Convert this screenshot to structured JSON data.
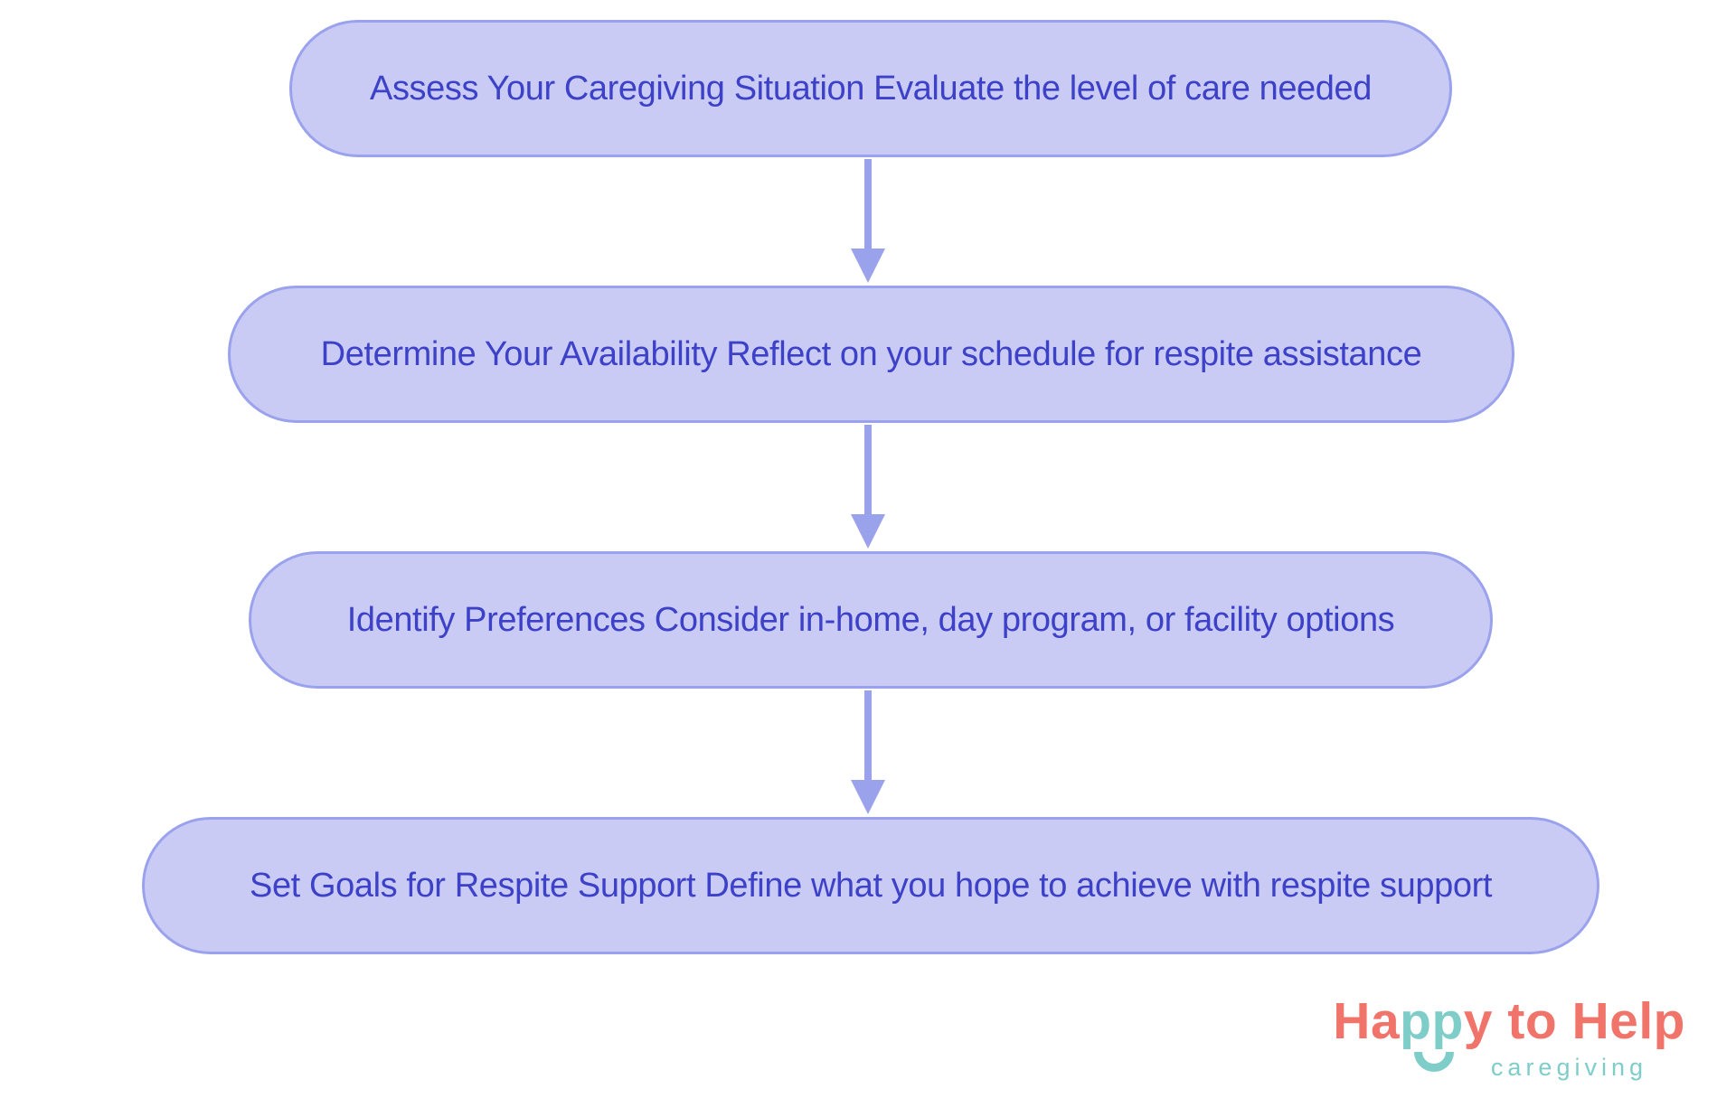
{
  "diagram": {
    "steps": [
      {
        "label": "Assess Your Caregiving Situation Evaluate the level of care needed"
      },
      {
        "label": "Determine Your Availability Reflect on your schedule for respite assistance"
      },
      {
        "label": "Identify Preferences Consider in-home, day program, or facility options"
      },
      {
        "label": "Set Goals for Respite Support Define what you hope to achieve with respite support"
      }
    ],
    "colors": {
      "box_fill": "#c9cbf5",
      "box_border": "#9ba2ed",
      "box_text": "#3c41c8",
      "arrow": "#9aa2ec"
    }
  },
  "logo": {
    "main_part1": "Ha",
    "main_part2": "pp",
    "main_part3": "y to Help",
    "subtitle": "caregiving",
    "colors": {
      "coral": "#f0746a",
      "teal": "#7ecdc9"
    }
  }
}
